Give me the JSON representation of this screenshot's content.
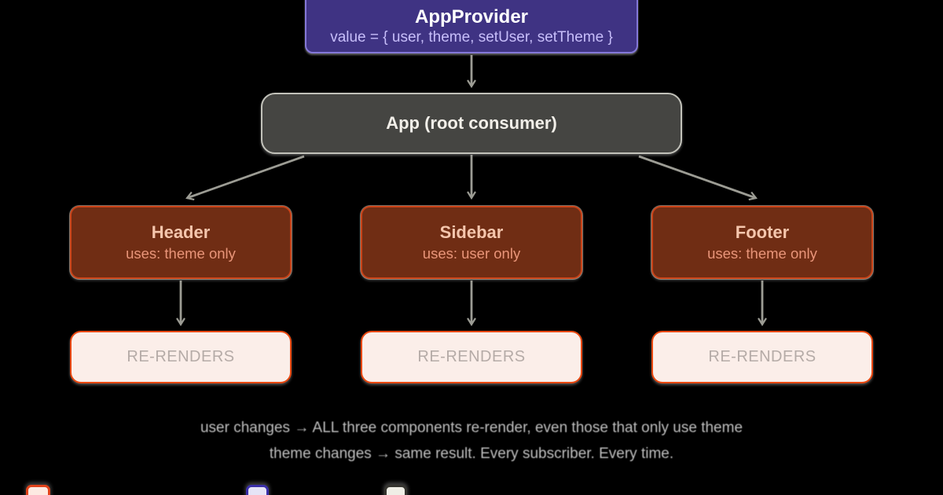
{
  "colors": {
    "bg": "#000000",
    "provider_fill": "#3f3383",
    "provider_border": "#8478d8",
    "provider_title": "#ffffff",
    "provider_subtitle": "#c7befa",
    "root_fill": "#454542",
    "root_border": "#c2c2ba",
    "root_text": "#f2efe9",
    "component_fill": "#702d14",
    "component_border": "#cb4318",
    "component_title": "#f5c6ad",
    "component_subtitle": "#e99579",
    "rerender_fill": "#fbeee9",
    "rerender_border": "#e8470f",
    "rerender_text": "#b5aba7",
    "arrow": "#9c9c94",
    "caption": "#c9c9c9",
    "legend1_border": "#e0421a",
    "legend1_fill": "#fdeae2",
    "legend2_border": "#3b2fa8",
    "legend2_fill": "#e6e4f6",
    "legend3_border": "#35342f",
    "legend3_fill": "#efeee6"
  },
  "provider": {
    "title": "AppProvider",
    "subtitle": "value = { user, theme, setUser, setTheme }"
  },
  "root": {
    "label": "App (root consumer)"
  },
  "components": [
    {
      "title": "Header",
      "subtitle": "uses: theme only"
    },
    {
      "title": "Sidebar",
      "subtitle": "uses: user only"
    },
    {
      "title": "Footer",
      "subtitle": "uses: theme only"
    }
  ],
  "rerenders": [
    {
      "label": "RE-RENDERS"
    },
    {
      "label": "RE-RENDERS"
    },
    {
      "label": "RE-RENDERS"
    }
  ],
  "captions": {
    "line1": "user changes → ALL three components re-render, even those that only use theme",
    "line2": "theme changes → same result. Every subscriber. Every time."
  }
}
